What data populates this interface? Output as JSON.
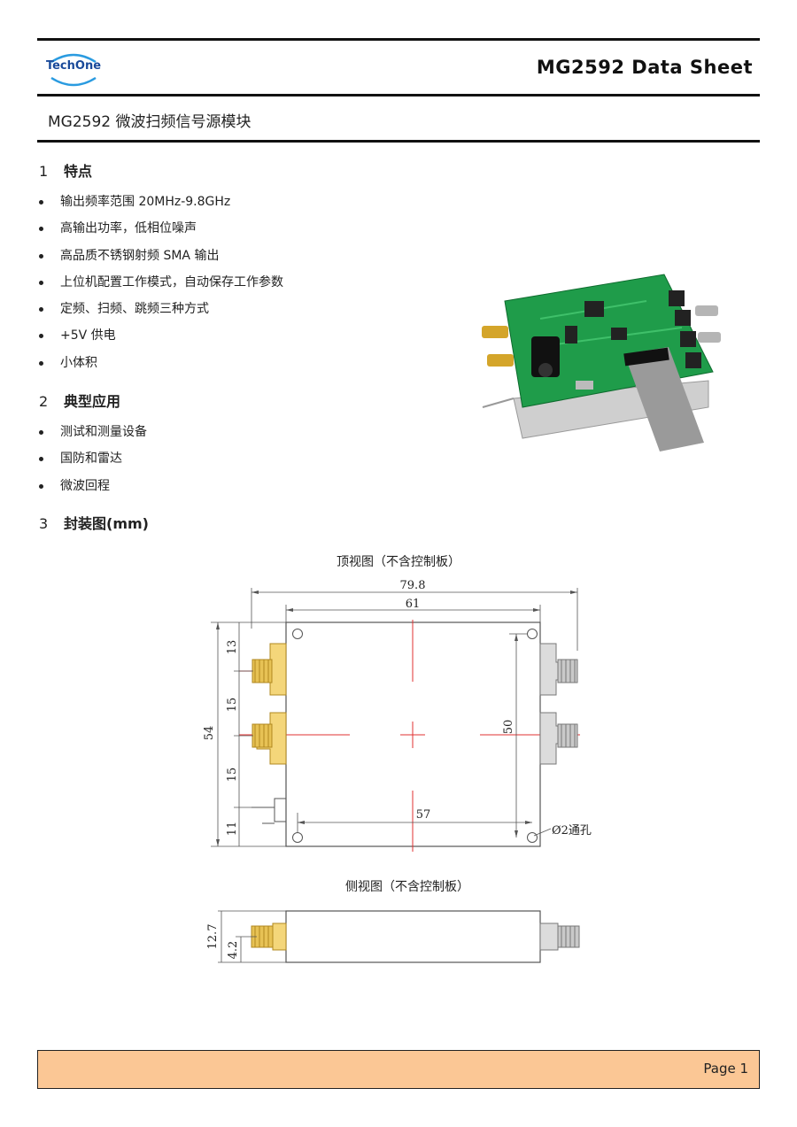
{
  "header": {
    "logo_text": "TechOne",
    "doc_title": "MG2592  Data  Sheet",
    "subtitle": "MG2592  微波扫频信号源模块"
  },
  "sections": [
    {
      "num": "1",
      "title": "特点"
    },
    {
      "num": "2",
      "title": "典型应用"
    },
    {
      "num": "3",
      "title": "封装图(mm)"
    }
  ],
  "features": [
    "输出频率范围 20MHz-9.8GHz",
    "高输出功率，低相位噪声",
    "高品质不锈钢射频 SMA 输出",
    "上位机配置工作模式，自动保存工作参数",
    "定频、扫频、跳频三种方式",
    "+5V 供电",
    "小体积"
  ],
  "applications": [
    "测试和测量设备",
    "国防和雷达",
    "微波回程"
  ],
  "drawing": {
    "top_caption": "顶视图（不含控制板）",
    "side_caption": "侧视图（不含控制板）",
    "dim_total_width": "79.8",
    "dim_body_width": "61",
    "dim_height": "54",
    "dim_13": "13",
    "dim_15a": "15",
    "dim_15b": "15",
    "dim_11": "11",
    "dim_50": "50",
    "dim_57": "57",
    "hole_label": "Ø2通孔",
    "side_height": "12.7",
    "side_offset": "4.2"
  },
  "footer": {
    "page": "Page 1"
  }
}
